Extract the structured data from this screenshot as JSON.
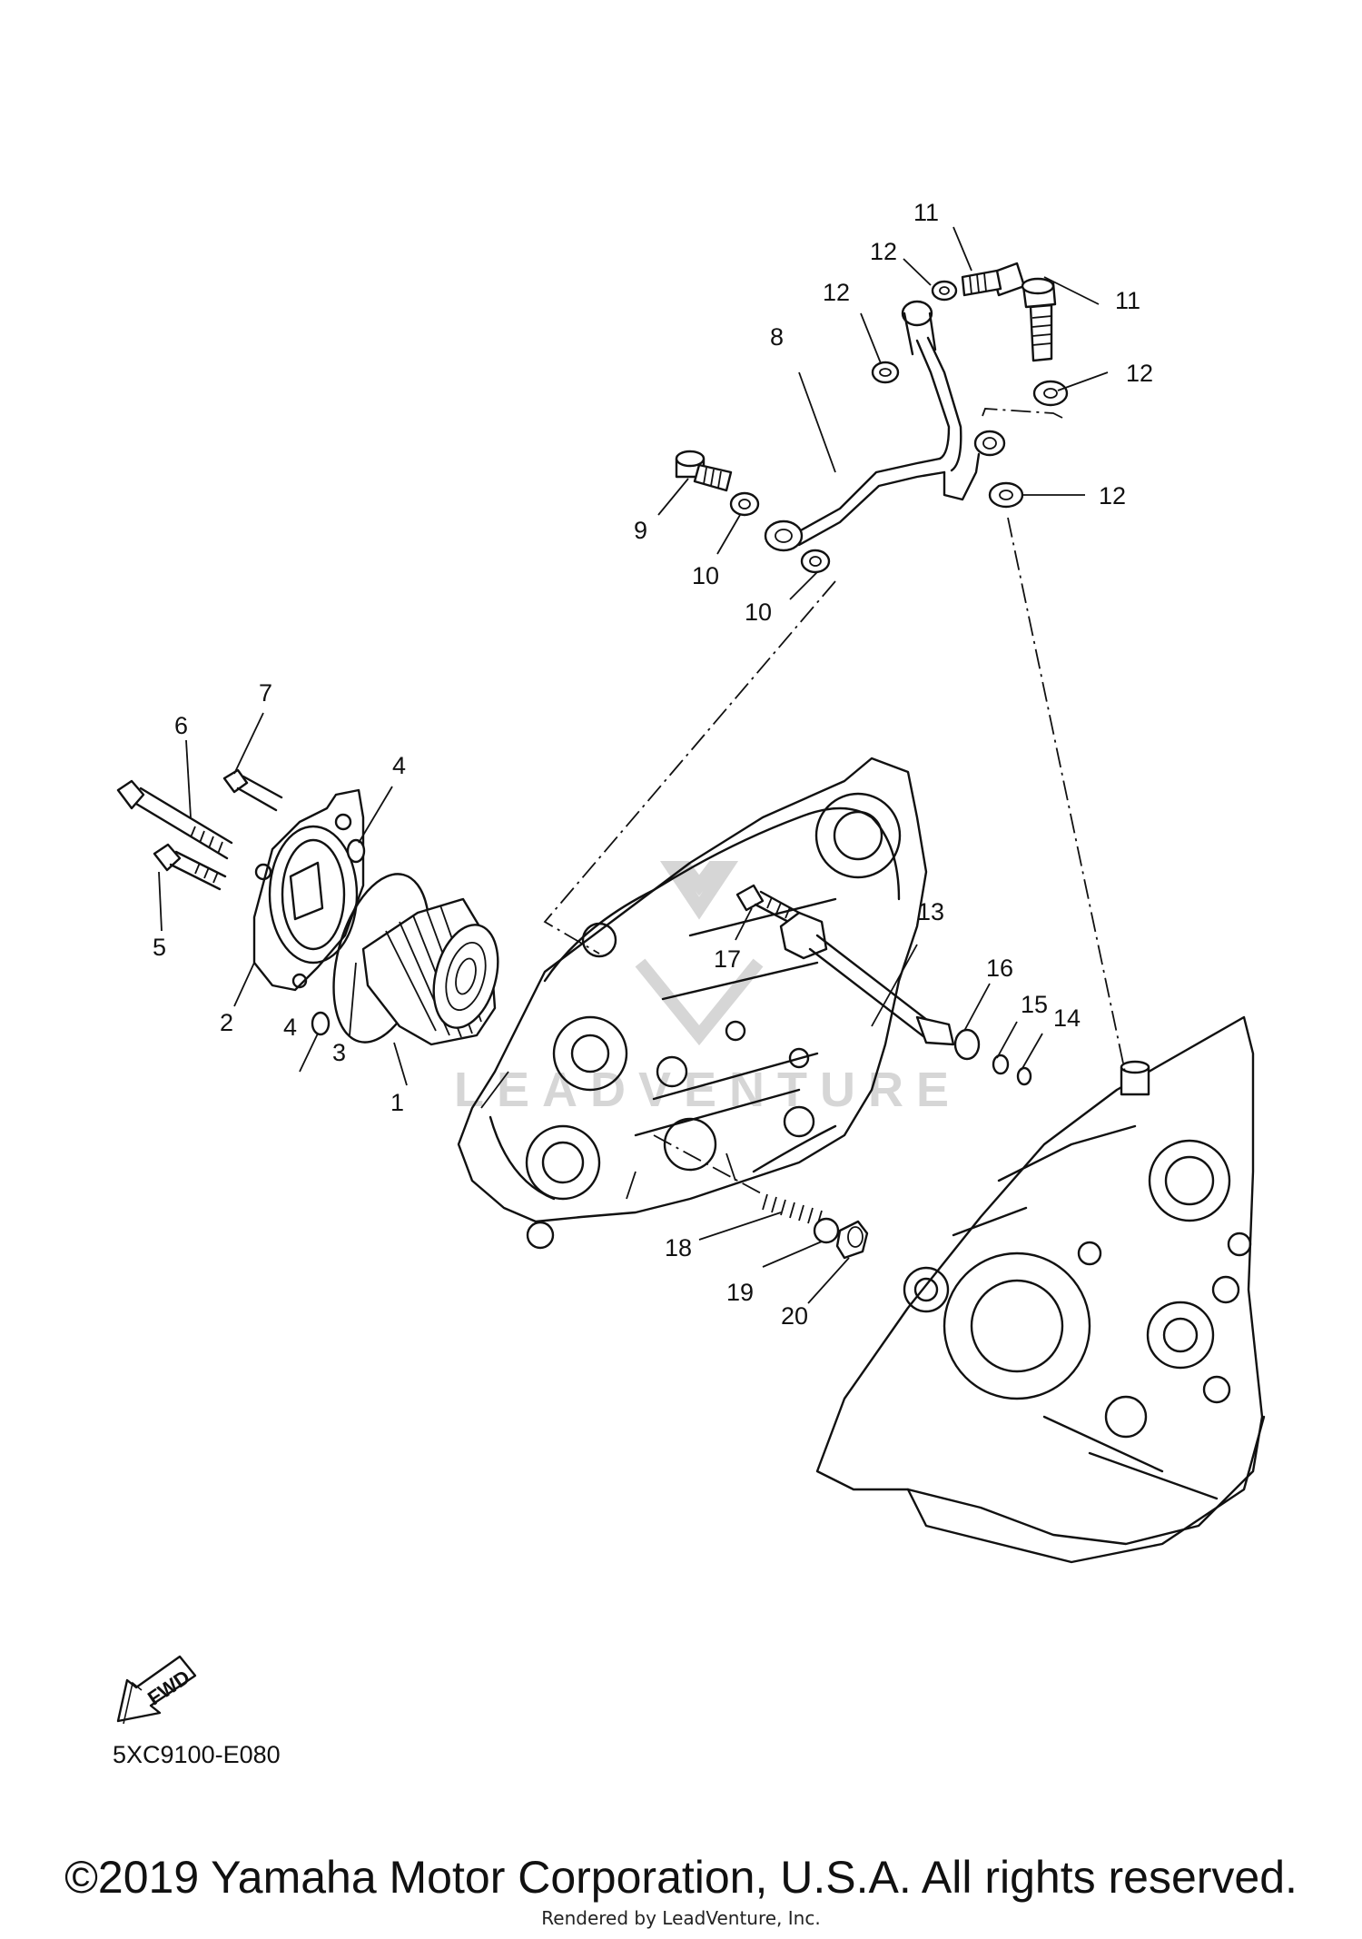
{
  "diagram": {
    "callouts": [
      "1",
      "2",
      "3",
      "4",
      "4",
      "5",
      "6",
      "7",
      "8",
      "9",
      "10",
      "10",
      "11",
      "11",
      "12",
      "12",
      "12",
      "12",
      "13",
      "14",
      "15",
      "16",
      "17",
      "18",
      "19",
      "20"
    ],
    "direction_marker": "FWD",
    "watermark": "LEADVENTURE"
  },
  "footer": {
    "drawing_code": "5XC9100-E080",
    "copyright": "©2019 Yamaha Motor Corporation, U.S.A. All rights reserved.",
    "rendered_by": "Rendered by LeadVenture, Inc."
  },
  "colors": {
    "line": "#111111",
    "background": "#ffffff",
    "watermark": "#d6d6d6"
  }
}
